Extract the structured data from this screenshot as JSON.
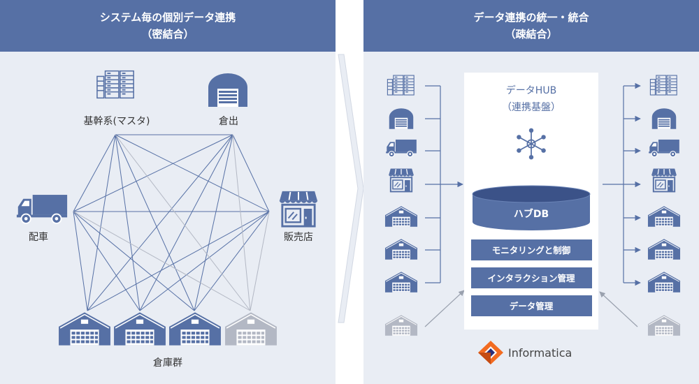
{
  "left_panel": {
    "title_line1": "システム毎の個別データ連携",
    "title_line2": "（密結合）",
    "labels": {
      "core": "基幹系(マスタ)",
      "outbound": "倉出",
      "dispatch": "配車",
      "store": "販売店",
      "warehouses": "倉庫群"
    }
  },
  "right_panel": {
    "title_line1": "データ連携の統一・統合",
    "title_line2": "（疎結合）",
    "hub_title_line1": "データHUB",
    "hub_title_line2": "（連携基盤）",
    "hub_db": "ハブDB",
    "functions": [
      "モニタリングと制御",
      "インタラクション管理",
      "データ管理"
    ],
    "brand": "Informatica"
  },
  "colors": {
    "header": "#5670a5",
    "panel_bg": "#e9edf4",
    "icon": "#5670a5",
    "icon_faded": "#b3b8c4",
    "brand_orange": "#f26b21"
  },
  "icons": {
    "core": "server-rack-icon",
    "outbound": "warehouse-dome-icon",
    "dispatch": "truck-icon",
    "store": "storefront-icon",
    "warehouse": "warehouse-icon",
    "hub": "network-hub-icon",
    "brand": "informatica-logo-icon"
  }
}
